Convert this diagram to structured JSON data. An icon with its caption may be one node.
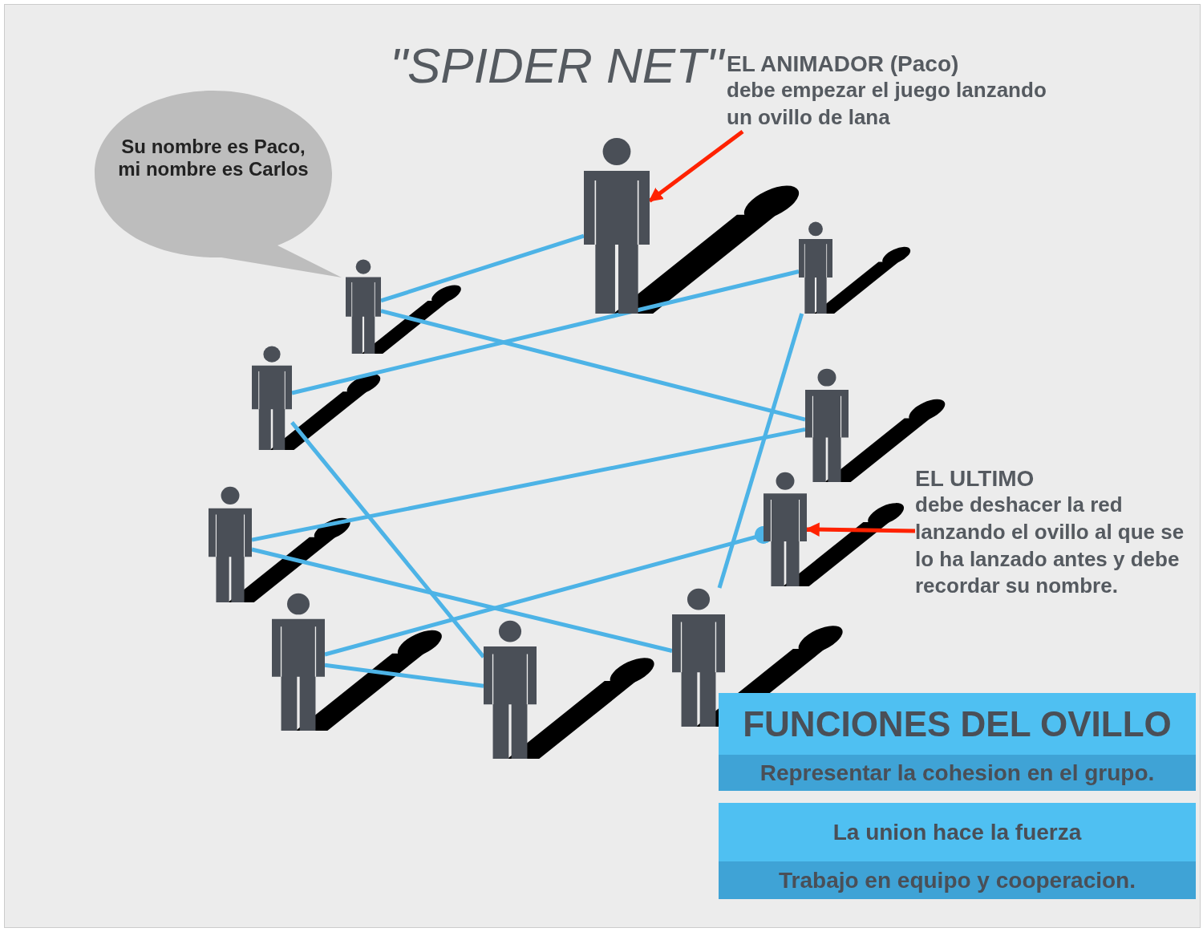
{
  "diagram": {
    "title": "\"SPIDER NET\"",
    "nodes": [
      {
        "text": [
          "EL ANIMADOR (Paco)",
          "debe empezar el juego lanzando un ovillo de lana"
        ]
      },
      {
        "text": [
          "Su nombre es Paco, mi nombre es Carlos"
        ]
      },
      {
        "text": [],
        "shape": "person"
      },
      {
        "text": [],
        "shape": "person"
      },
      {
        "text": [],
        "shape": "person"
      },
      {
        "text": [],
        "shape": "person"
      },
      {
        "text": [],
        "shape": "person"
      },
      {
        "text": [],
        "shape": "person"
      },
      {
        "text": [
          "EL ULTIMO",
          "debe deshacer la red lanzando el ovillo al que se lo ha lanzado antes y debe recordar su nombre."
        ]
      },
      {
        "text": [],
        "shape": "person"
      },
      {
        "text": [],
        "shape": "person"
      },
      {
        "text": [],
        "shape": "person"
      },
      {
        "text": [],
        "shape": "person"
      },
      {
        "text": [
          "FUNCIONES DEL OVILLO"
        ]
      },
      {
        "text": [
          "Representar la cohesion en el grupo."
        ]
      },
      {
        "text": [
          "La union hace la fuerza"
        ]
      },
      {
        "text": [
          "Trabajo en equipo y cooperacion."
        ]
      }
    ],
    "edges": [
      {
        "from": 0,
        "to": 2,
        "arrow": "to",
        "color": "#ff2200"
      },
      {
        "from": 2,
        "to": 4,
        "arrow": "none"
      },
      {
        "from": 4,
        "to": 6,
        "arrow": "none"
      },
      {
        "from": 6,
        "to": 9,
        "arrow": "none"
      },
      {
        "from": 9,
        "to": 10,
        "arrow": "none"
      },
      {
        "from": 10,
        "to": 3,
        "arrow": "none"
      },
      {
        "from": 3,
        "to": 5,
        "arrow": "none"
      },
      {
        "from": 5,
        "to": 12,
        "arrow": "none"
      },
      {
        "from": 12,
        "to": 11,
        "arrow": "none"
      },
      {
        "from": 7,
        "to": 11,
        "arrow": "other"
      },
      {
        "from": 8,
        "to": 7,
        "arrow": "to",
        "color": "#ff2200"
      }
    ]
  }
}
